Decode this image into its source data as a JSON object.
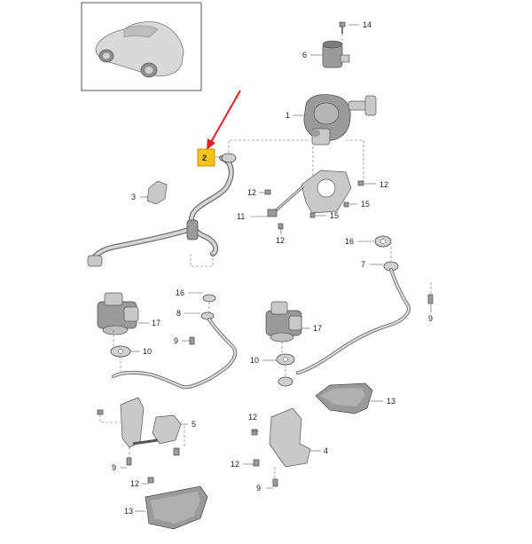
{
  "diagram": {
    "highlighted_part": "2",
    "highlight_color": "#f0c419",
    "arrow_color": "#e02020",
    "labels": {
      "l14": "14",
      "l6": "6",
      "l1": "1",
      "l2": "2",
      "l12a": "12",
      "l3": "3",
      "l12b": "12",
      "l11": "11",
      "l15a": "15",
      "l15b": "15",
      "l12c": "12",
      "l16a": "16",
      "l7": "7",
      "l9a": "9",
      "l16b": "16",
      "l17a": "17",
      "l8": "8",
      "l17b": "17",
      "l9b": "9",
      "l10a": "10",
      "l10b": "10",
      "l13a": "13",
      "l5": "5",
      "l12d": "12",
      "l4": "4",
      "l9c": "9",
      "l12e": "12",
      "l12f": "12",
      "l9d": "9",
      "l13b": "13"
    }
  }
}
